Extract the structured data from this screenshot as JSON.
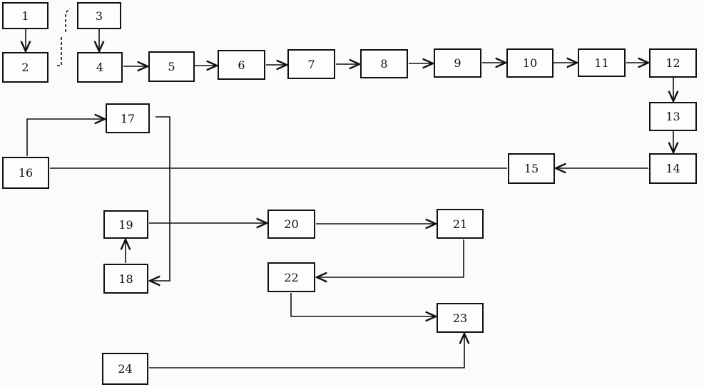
{
  "boxes": {
    "b1": "1",
    "b2": "2",
    "b3": "3",
    "b4": "4",
    "b5": "5",
    "b6": "6",
    "b7": "7",
    "b8": "8",
    "b9": "9",
    "b10": "10",
    "b11": "11",
    "b12": "12",
    "b13": "13",
    "b14": "14",
    "b15": "15",
    "b16": "16",
    "b17": "17",
    "b18": "18",
    "b19": "19",
    "b20": "20",
    "b21": "21",
    "b22": "22",
    "b23": "23",
    "b24": "24"
  }
}
